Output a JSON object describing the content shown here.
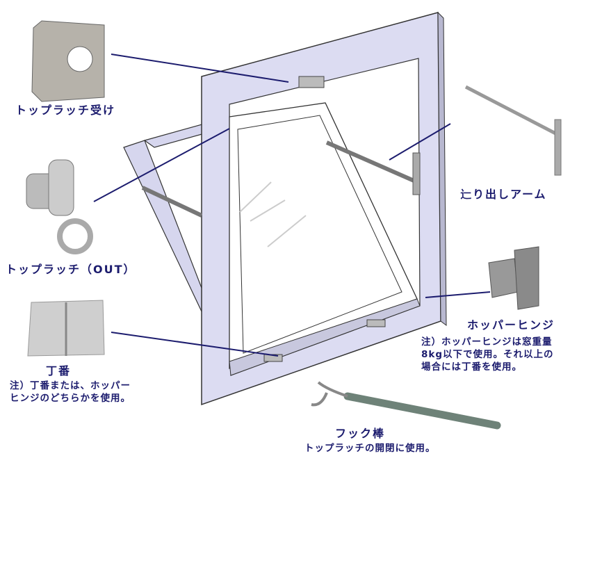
{
  "labels": {
    "top_latch_receiver": "トップラッチ受け",
    "top_latch": "トップラッチ（OUT）",
    "hinge": "丁番",
    "hinge_note": [
      "注）丁番または、ホッパー",
      "ヒンジのどちらかを使用。"
    ],
    "sliding_arm": "辷り出しアーム",
    "hopper_hinge": "ホッパーヒンジ",
    "hopper_hinge_note": [
      "注）ホッパーヒンジは窓重量",
      "8kg以下で使用。それ以上の",
      "場合には丁番を使用。"
    ],
    "hook_rod": "フック棒",
    "hook_rod_note": "トップラッチの開閉に使用。"
  },
  "colors": {
    "text": "#1c1c6e",
    "frame": "#dcdcf2",
    "leader": "#1c1c6e",
    "metal": "#a8a8a8"
  }
}
